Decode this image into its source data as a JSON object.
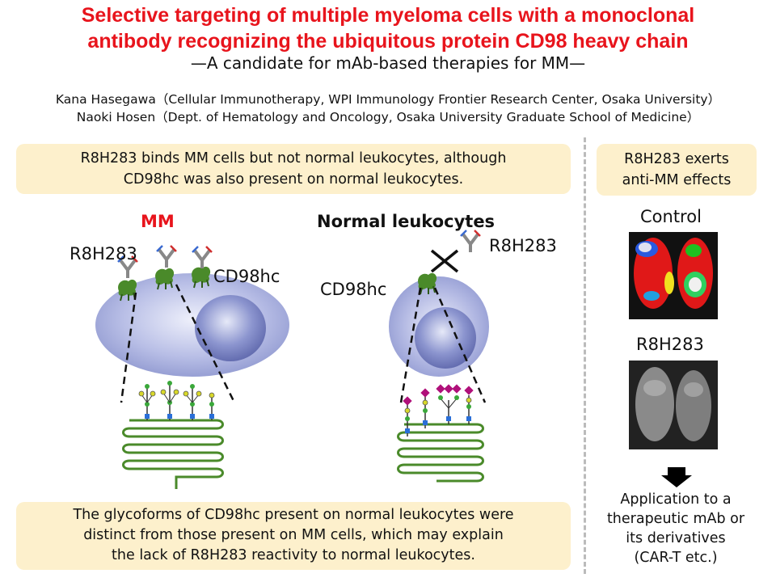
{
  "header": {
    "title_line1": "Selective targeting of multiple myeloma cells with a monoclonal",
    "title_line2": "antibody recognizing the ubiquitous protein CD98 heavy chain",
    "subtitle": "—A candidate for mAb-based therapies for MM—",
    "author1": "Kana Hasegawa（Cellular Immunotherapy, WPI Immunology Frontier Research Center, Osaka University）",
    "author2": "Naoki Hosen（Dept. of Hematology and Oncology, Osaka University Graduate School of Medicine）"
  },
  "left_panel": {
    "top_box_line1": "R8H283 binds MM cells but not normal leukocytes, although",
    "top_box_line2": "CD98hc was also present on normal leukocytes.",
    "mm_label": "MM",
    "normal_label": "Normal leukocytes",
    "mm_antibody_label": "R8H283",
    "mm_cd98_label": "CD98hc",
    "normal_antibody_label": "R8H283",
    "normal_cd98_label": "CD98hc",
    "bottom_box_line1": "The glycoforms of CD98hc present on normal leukocytes were",
    "bottom_box_line2": "distinct from those present on MM cells, which may explain",
    "bottom_box_line3": "the lack of R8H283 reactivity to normal leukocytes."
  },
  "right_panel": {
    "box_line1": "R8H283 exerts",
    "box_line2": "anti-MM effects",
    "control_label": "Control",
    "treated_label": "R8H283",
    "app_line1": "Application to a",
    "app_line2": "therapeutic mAb or",
    "app_line3": "its derivatives",
    "app_line4": "(CAR-T etc.)"
  },
  "colors": {
    "title": "#e8141c",
    "box_bg": "#fdf0cc",
    "protein_green": "#4a8a2a",
    "cell_blue": "#9ba3d6"
  }
}
